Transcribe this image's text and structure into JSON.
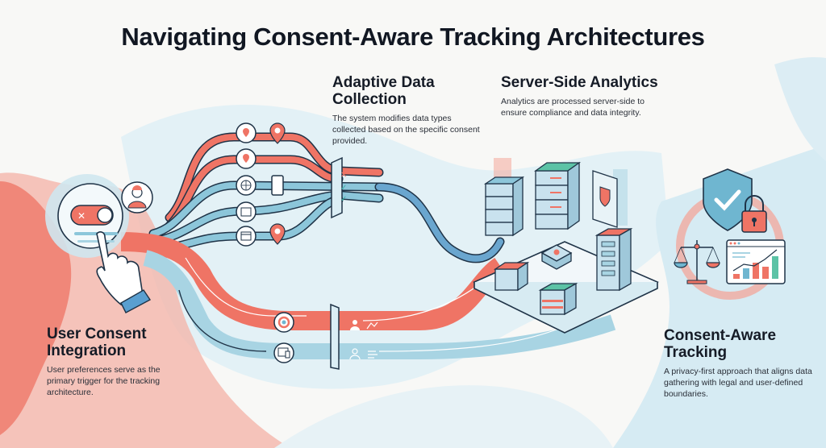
{
  "title": "Navigating Consent-Aware Tracking Architectures",
  "sections": {
    "adaptive": {
      "heading": "Adaptive Data Collection",
      "body": "The system modifies data types collected based on the specific consent provided."
    },
    "server": {
      "heading": "Server-Side Analytics",
      "body": "Analytics are processed server-side to ensure compliance and data integrity."
    },
    "user": {
      "heading": "User Consent Integration",
      "body": "User preferences serve as the primary trigger for the tracking architecture."
    },
    "consent": {
      "heading": "Consent-Aware Tracking",
      "body": "A privacy-first approach that aligns data gathering with legal and user-defined boundaries."
    }
  },
  "colors": {
    "coral": "#ef7465",
    "light_coral": "#f3a69a",
    "blue": "#6fb6d0",
    "light_blue": "#d5ebf2",
    "navy": "#1f3347",
    "teal": "#5cc3a6",
    "background": "#f8f8f6"
  },
  "illustration": {
    "consent_toggle": {
      "state": "off",
      "icons": [
        "x-icon",
        "toggle-knob"
      ]
    },
    "avatar": "user-avatar-icon",
    "data_nodes": [
      "location-pin-icon",
      "location-pin-icon",
      "globe-icon",
      "checkbox-window-icon",
      "browser-window-icon"
    ],
    "filter_gate_marks": [
      "x-mark",
      "check-mark",
      "check-mark"
    ],
    "lower_nodes": [
      "chrome-browser-icon",
      "devices-icon"
    ],
    "lower_gate_marks": [
      "user-icon",
      "chart-icon",
      "user-icon",
      "list-icon"
    ],
    "right_icons": [
      "shield-check-icon",
      "padlock-icon",
      "scales-icon",
      "analytics-dashboard-icon"
    ]
  }
}
